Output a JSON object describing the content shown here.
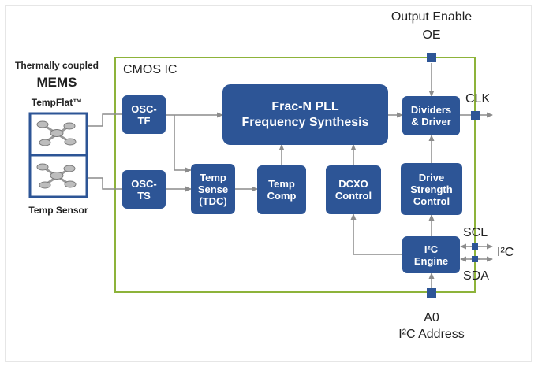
{
  "labels": {
    "thermally_coupled": "Thermally coupled",
    "mems": "MEMS",
    "tempflat": "TempFlat™",
    "temp_sensor": "Temp Sensor",
    "cmos_ic": "CMOS IC",
    "output_enable": "Output Enable",
    "oe": "OE",
    "clk": "CLK",
    "scl": "SCL",
    "sda": "SDA",
    "i2c": "I²C",
    "a0": "A0",
    "i2c_address": "I²C Address"
  },
  "blocks": {
    "osc_tf": [
      "OSC-",
      "TF"
    ],
    "osc_ts": [
      "OSC-",
      "TS"
    ],
    "pll": [
      "Frac-N PLL",
      "Frequency Synthesis"
    ],
    "temp_sense": [
      "Temp",
      "Sense",
      "(TDC)"
    ],
    "temp_comp": [
      "Temp",
      "Comp"
    ],
    "dcxo": [
      "DCXO",
      "Control"
    ],
    "drive_strength": [
      "Drive",
      "Strength",
      "Control"
    ],
    "dividers": [
      "Dividers",
      "& Driver"
    ],
    "i2c_engine": [
      "I²C",
      "Engine"
    ]
  },
  "colors": {
    "block": "#2d5596",
    "ic_border": "#8db33a",
    "wire": "#8c8c8c",
    "pin": "#2d5596"
  }
}
